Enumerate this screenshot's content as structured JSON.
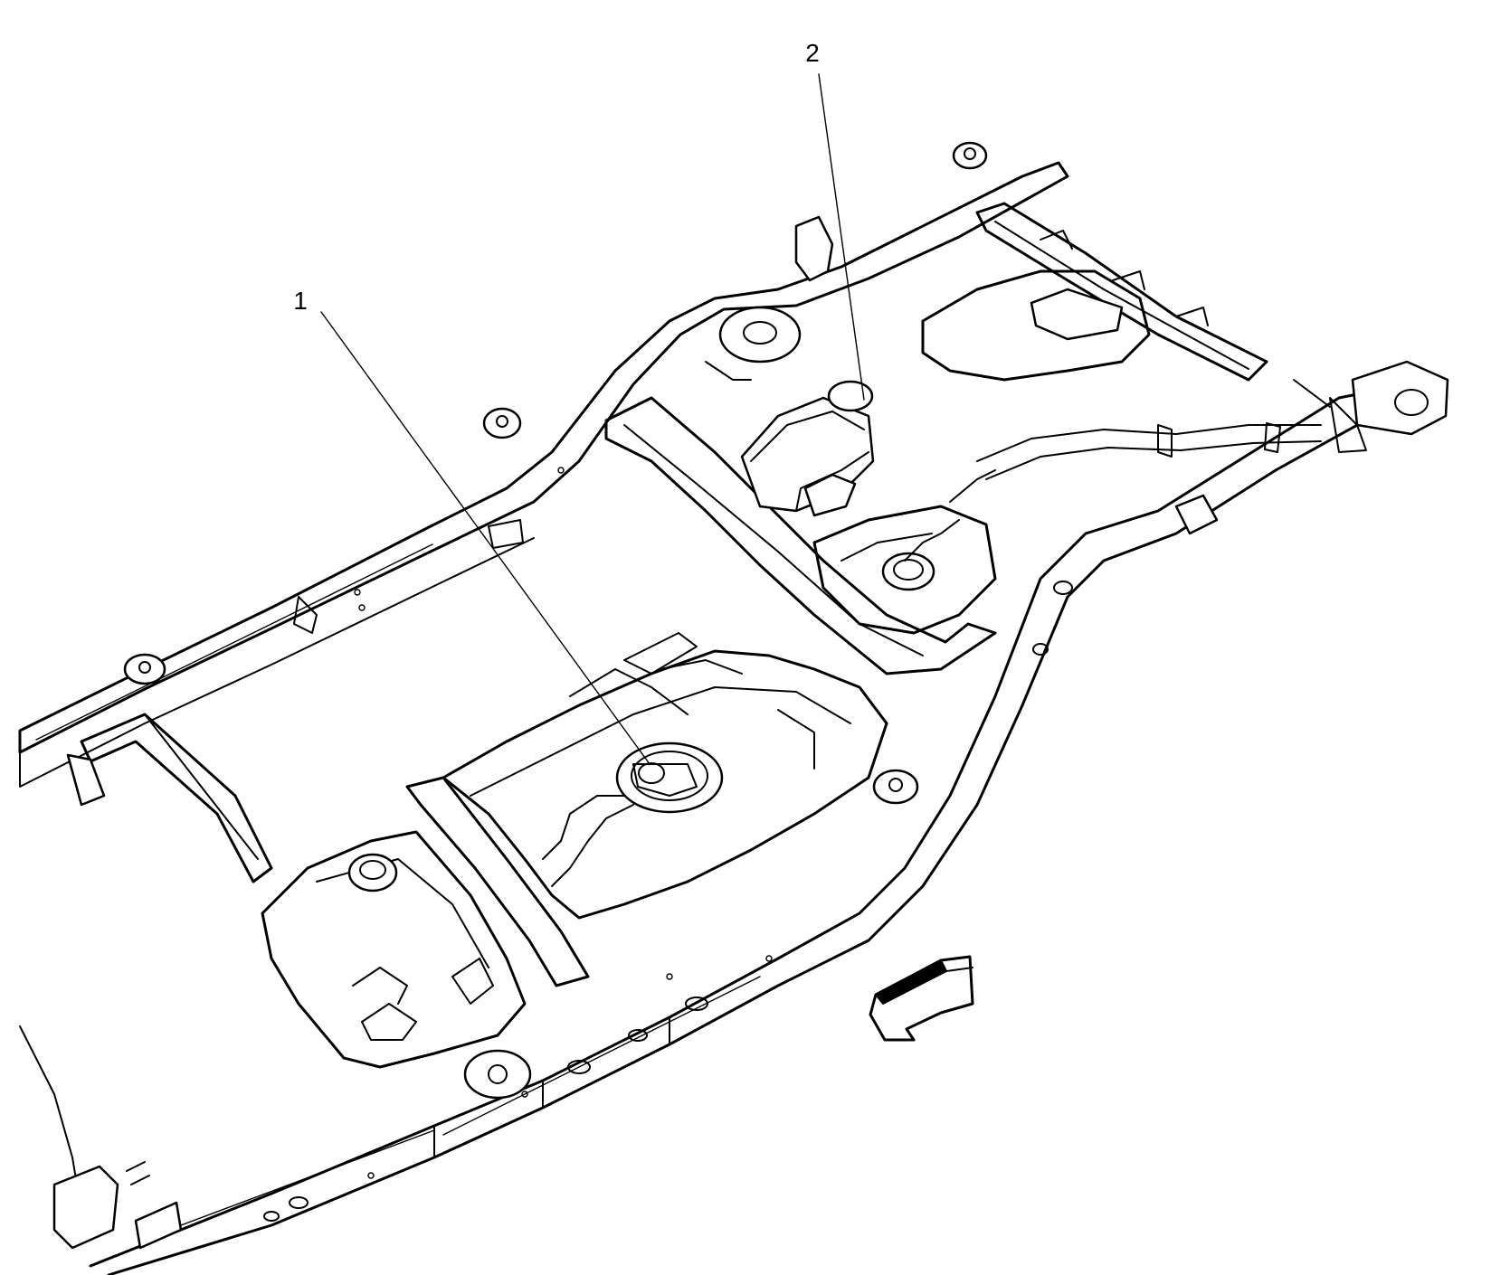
{
  "callouts": [
    {
      "id": "1",
      "label": "1"
    },
    {
      "id": "2",
      "label": "2"
    }
  ],
  "colors": {
    "line": "#000000",
    "background": "#ffffff"
  },
  "icons": {
    "direction_arrow": "forward-direction-arrow-icon"
  }
}
